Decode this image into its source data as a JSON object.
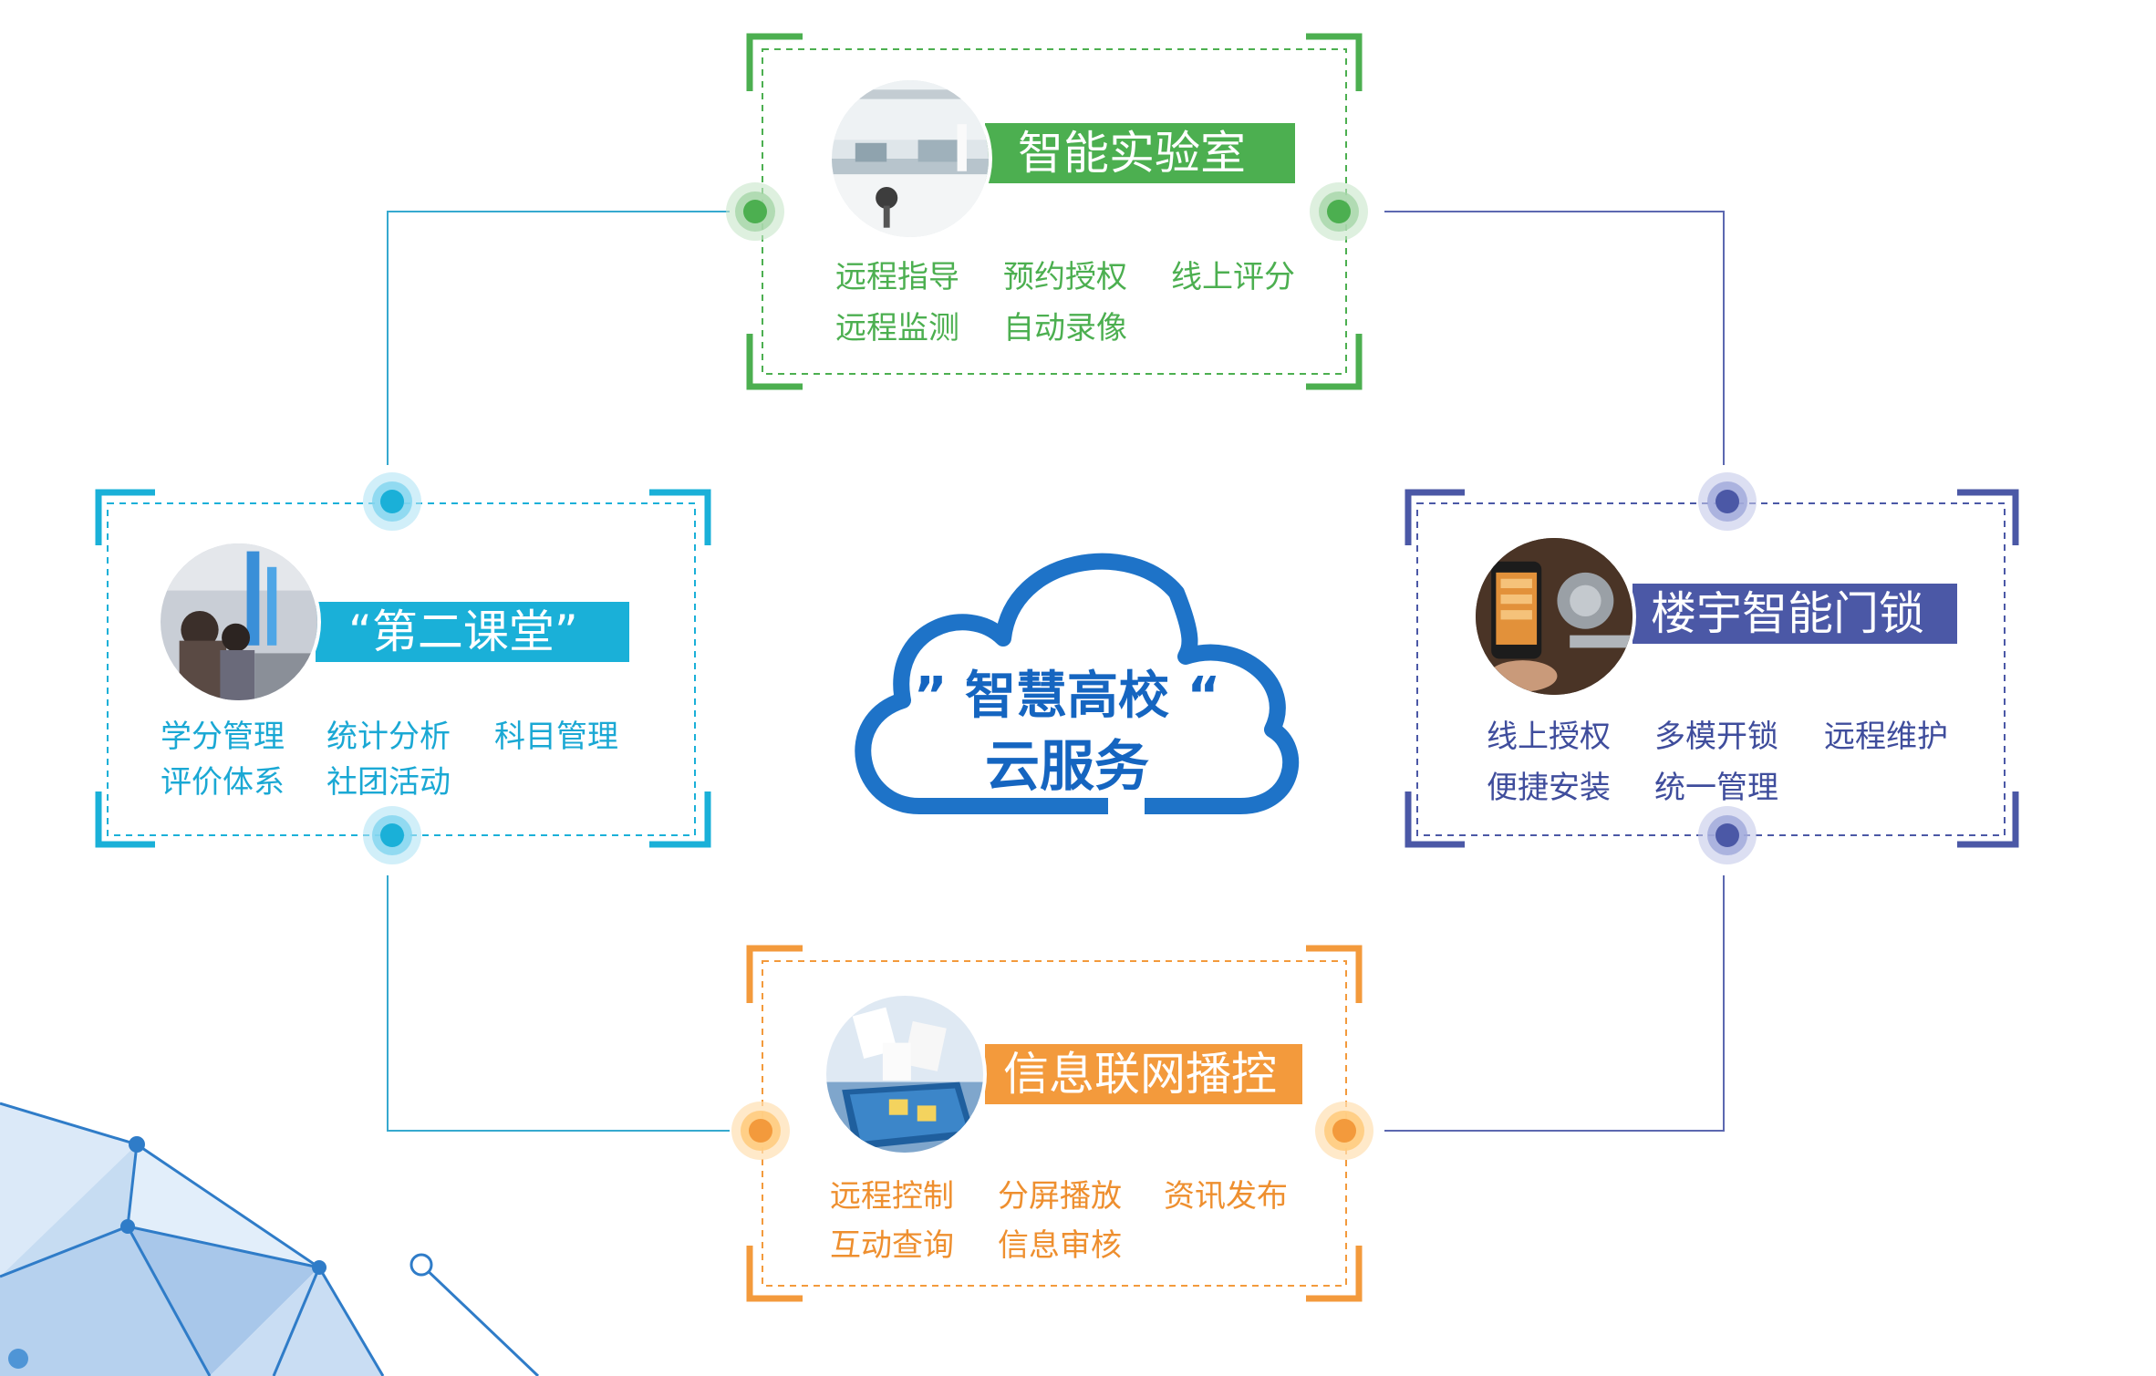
{
  "center": {
    "line1": "” 智慧高校 “",
    "line2": "云服务",
    "color": "#1565c0"
  },
  "nodes": [
    {
      "id": "lab",
      "title": "智能实验室",
      "color": "#4caf50",
      "photo_icon": "laboratory-photo",
      "features": [
        "远程指导",
        "预约授权",
        "线上评分",
        "远程监测",
        "自动录像"
      ]
    },
    {
      "id": "classroom",
      "title": "“第二课堂”",
      "color": "#1ab0d8",
      "photo_icon": "students-activity-photo",
      "features": [
        "学分管理",
        "统计分析",
        "科目管理",
        "评价体系",
        "社团活动"
      ]
    },
    {
      "id": "lock",
      "title": "楼宇智能门锁",
      "color": "#4b58a6",
      "photo_icon": "smart-lock-photo",
      "features": [
        "线上授权",
        "多模开锁",
        "远程维护",
        "便捷安装",
        "统一管理"
      ]
    },
    {
      "id": "broadcast",
      "title": "信息联网播控",
      "color": "#f39a3c",
      "photo_icon": "tablet-documents-photo",
      "features": [
        "远程控制",
        "分屏播放",
        "资讯发布",
        "互动查询",
        "信息审核"
      ]
    }
  ]
}
